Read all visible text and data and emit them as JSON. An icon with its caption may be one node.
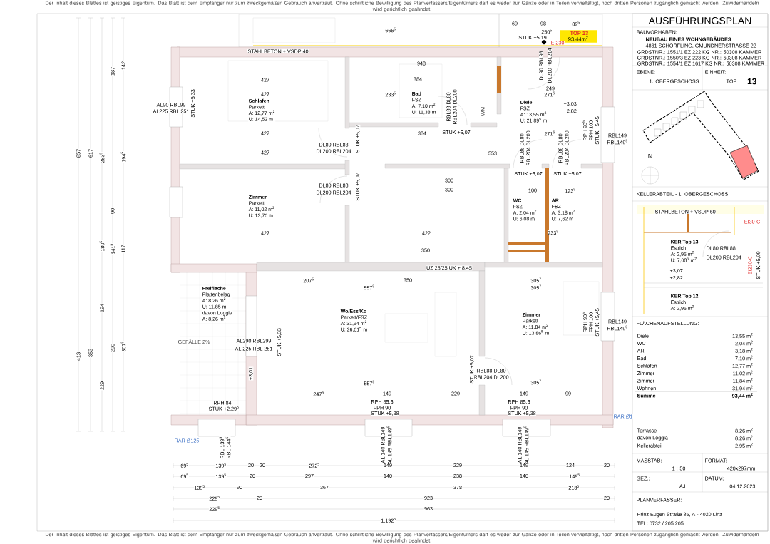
{
  "diagram": {
    "title": "AUSFÜHRUNGSPLAN",
    "nodes": [
      {
        "text": [
          "Schlafen",
          "Parkett",
          "A: 12,77 m$^{2}$",
          "U: 14,52 m"
        ]
      },
      {
        "text": [
          "Bad",
          "FSZ",
          "A: 7,10 m$^{2}$",
          "U: 11,38 m"
        ]
      },
      {
        "text": [
          "Diele",
          "FSZ",
          "A: 13,55 m$^{2}$",
          "U: 21,89$^{5}$ m"
        ]
      },
      {
        "text": [
          "Zimmer",
          "Parkett",
          "A: 11,02 m$^{2}$",
          "U: 13,70 m"
        ]
      },
      {
        "text": [
          "WC",
          "FSZ",
          "A: 2,04 m$^{2}$",
          "U: 6,08 m"
        ]
      },
      {
        "text": [
          "AR",
          "FSZ",
          "A: 3,18 m$^{2}$",
          "U: 7,62 m"
        ]
      },
      {
        "text": [
          "Freifläche",
          "Plattenbelag",
          "A: 8,26 m$^{2}$",
          "U: 11,85 m",
          "davon Loggia",
          "A: 8,26 m$^{2}$"
        ]
      },
      {
        "text": [
          "Wo/Ess/Ko",
          "Parkett/FSZ",
          "A: 31,94 m$^{2}$",
          "U: 26,01$^{5}$ m"
        ]
      },
      {
        "text": [
          "Zimmer",
          "Parkett",
          "A: 11,84 m$^{2}$",
          "U: 13,86$^{5}$ m"
        ]
      },
      {
        "text": [
          "TOP 13",
          "93,44m$^{2}$"
        ]
      },
      {
        "text": [
          "KER Top 13",
          "Estrich",
          "A: 2,95 m$^{2}$",
          "U: 7,08$^{5}$ m$^{2}$"
        ]
      },
      {
        "text": [
          "KER Top 12",
          "Estrich",
          "A: 2,95 m$^{2}$"
        ]
      }
    ],
    "labels": [
      "Der Inhalt dieses Blattes ist geistiges Eigentum. Das Blatt ist dem Empfänger nur zum zweckgemäßen Gebrauch anvertraut. Ohne schriftliche Bewilligung des Planverfassers/Eigentümers darf es weder zur Gänze oder in Teilen vervielfältigt, noch dritten Personen zugänglich gemacht werden. Zuwiderhandeln wird gerichtlich geahndet.",
      "BAUVORHABEN:",
      "NEUBAU EINES WOHNGEBÄUDES",
      "4861 SCHÖRFLING, GMUNDNERSTRASSE 22",
      "GRDSTNR.: 1551/1 EZ 222 KG NR.: 50308 KAMMER",
      "GRDSTNR.: 1550/3 EZ 223 KG NR.: 50308 KAMMER",
      "GRDSTNR.: 1554/1 EZ 1617 KG NR.: 50308 KAMMER",
      "EBENE:",
      "1. OBERGESCHOSS",
      "EINHEIT:",
      "TOP",
      "13",
      "N",
      "KELLERABTEIL - 1. OBERGESCHOSS",
      "STAHLBETON + VSDP 60",
      "EI30-C",
      "DL80 RBL88",
      "DL200 RBL204",
      "+3,07",
      "+2,82",
      "STUK +5,09",
      "EI230-C",
      "FLÄCHENAUFSTELLUNG:",
      "Diele",
      "13,55 m$^{2}$",
      "WC",
      "2,04 m$^{2}$",
      "AR",
      "3,18 m$^{2}$",
      "Bad",
      "7,10 m$^{2}$",
      "Schlafen",
      "12,77 m$^{2}$",
      "Zimmer",
      "11,02 m$^{2}$",
      "Zimmer",
      "11,84 m$^{2}$",
      "Wohnen",
      "31,94 m$^{2}$",
      "Summe",
      "93,44 m$^{2}$",
      "Terrasse",
      "8,26 m$^{2}$",
      "davon Loggia",
      "8,26 m$^{2}$",
      "Kellerabteil",
      "2,95 m$^{2}$",
      "MASSTAB:",
      "1 : 50",
      "FORMAT:",
      "420x297mm",
      "GEZ.:",
      "AJ",
      "DATUM:",
      "04.12.2023",
      "PLANVERFASSER:",
      "Prinz Eugen Straße 35, A - 4020 Linz",
      "TEL: 0732 / 205 205",
      "STAHLBETON + VSDP 40",
      "666$^{5}$",
      "69",
      "98",
      "89$^{5}$",
      "250$^{5}$",
      "STUK +5,19",
      "EI230",
      "DL90 RBL98",
      "DL210 RBL214",
      "249",
      "948",
      "384",
      "233$^{5}$",
      "427",
      "427",
      "427",
      "427",
      "427",
      "AL90 RBL99",
      "AL225 RBL 251",
      "STUK +5,33",
      "DL80 RBL88",
      "DL200 RBL204",
      "STUK +5,07",
      "DL80 RBL88",
      "DL200 RBL204",
      "STUK +5,07",
      "RBL88 DL80",
      "RBL204 DL200",
      "STUK +5,07",
      "WM",
      "+3,03",
      "+2,82",
      "271$^{5}$",
      "384",
      "271$^{5}$",
      "553",
      "RBL88 DL80",
      "RBL204 DL200",
      "STUK +5,07",
      "RBL88 DL80",
      "RBL204 DL200",
      "STUK +5,07",
      "RPH 90$^{5}$",
      "FPH 100",
      "STUK +5,45",
      "RBL149",
      "RBL149$^{5}$",
      "300",
      "300",
      "100",
      "123$^{5}$",
      "422",
      "350",
      "233$^{5}$",
      "UZ 25/25 UK + 8,45",
      "207$^{5}$",
      "350",
      "557$^{5}$",
      "305$^{7}$",
      "305$^{7}$",
      "GEFÄLLE 2%",
      "AL290 RBL299",
      "AL 225 RBL 251",
      "STUK +5,33",
      "+3,01",
      "RPH 84",
      "STUK +2,29$^{5}$",
      "RBL88 DL80",
      "RBL204 DL200",
      "STUK +5,07",
      "557$^{5}$",
      "305$^{7}$",
      "247$^{5}$",
      "149",
      "229",
      "149",
      "99",
      "RPH 85,5",
      "FPH 90",
      "STUK +5,38",
      "RPH 85,5",
      "FPH 90",
      "STUK +5,38",
      "RPH 90$^{5}$",
      "FPH 100",
      "STUK +5,45",
      "RBL149",
      "RBL149$^{5}$",
      "RAR Ø1",
      "RAR Ø125",
      "RBL 139$^{5}$",
      "RBL 144$^{5}$",
      "AL 140 RBL149",
      "AL 145 RBL149$^{5}$",
      "AL 140 RBL149",
      "AL 145 RBL149$^{5}$",
      "69$^{5}$",
      "139$^{5}$",
      "20",
      "20",
      "272$^{5}$",
      "149",
      "229",
      "149",
      "124",
      "20",
      "69$^{5}$",
      "139$^{5}$",
      "20",
      "297",
      "140",
      "238",
      "140",
      "149$^{5}$",
      "139$^{5}$",
      "90",
      "367",
      "378",
      "218$^{5}$",
      "229$^{5}$",
      "20",
      "923",
      "20",
      "229$^{5}$",
      "963",
      "1.192$^{5}$",
      "857",
      "413",
      "617",
      "353",
      "283$^{5}$",
      "180$^{5}$",
      "194",
      "229",
      "187",
      "90",
      "141$^{5}$",
      "290",
      "142",
      "194$^{5}$",
      "117",
      "307$^{5}$",
      "Der Inhalt dieses Blattes ist geistiges Eigentum. Das Blatt ist dem Empfänger nur zum zweckgemäßen Gebrauch anvertraut. Ohne schriftliche Bewilligung des Planverfassers/Eigentümers darf es weder zur Gänze oder in Teilen vervielfältigt, noch dritten Personen zugänglich gemacht werden. Zuwiderhandeln wird gerichtlich geahndet."
    ]
  }
}
